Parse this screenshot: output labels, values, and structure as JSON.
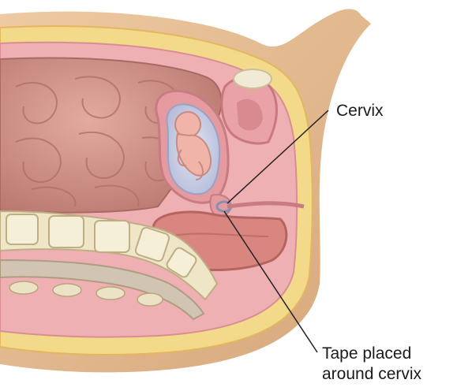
{
  "labels": {
    "cervix": "Cervix",
    "tape_line1": "Tape placed",
    "tape_line2": "around cervix"
  },
  "colors": {
    "skin": "#e6bd92",
    "skin_shadow": "#cf9f72",
    "fat": "#f3d98a",
    "fat_edge": "#e9c06a",
    "peritoneum": "#e9a3a8",
    "intestine": "#c9887f",
    "intestine_light": "#dea29a",
    "uterus_wall": "#e59a9f",
    "amniotic": "#c9cfe6",
    "fetus": "#f0b4a8",
    "spine_bone": "#f1ead6",
    "spine_disc": "#d9cfae",
    "rectum": "#d98580",
    "tape": "#8a8fb0",
    "leader": "#222222"
  }
}
